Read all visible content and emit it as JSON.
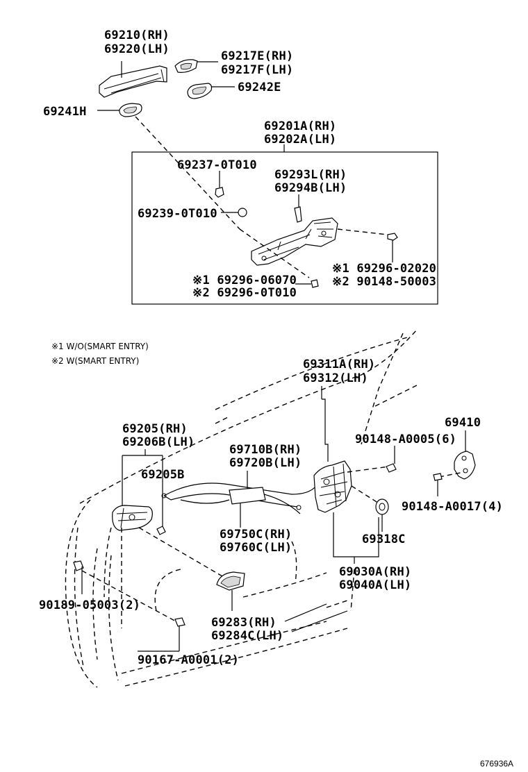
{
  "labels": {
    "p69210": "69210(RH)",
    "p69220": "69220(LH)",
    "p69217e": "69217E(RH)",
    "p69217f": "69217F(LH)",
    "p69242e": "69242E",
    "p69241h": "69241H",
    "p69201a": "69201A(RH)",
    "p69202a": "69202A(LH)",
    "p69237": "69237-0T010",
    "p69293l": "69293L(RH)",
    "p69294b": "69294B(LH)",
    "p69239": "69239-0T010",
    "p69296_02020": "※1 69296-02020",
    "p90148_50003": "※2 90148-50003",
    "p69296_06070": "※1 69296-06070",
    "p69296_0t010": "※2 69296-0T010",
    "p69311a": "69311A(RH)",
    "p69312": "69312(LH)",
    "p69205": "69205(RH)",
    "p69206b": "69206B(LH)",
    "p69205b": "69205B",
    "p69710b": "69710B(RH)",
    "p69720b": "69720B(LH)",
    "p90148_a0005": "90148-A0005(6)",
    "p69410": "69410",
    "p90148_a0017": "90148-A0017(4)",
    "p69318c": "69318C",
    "p69750c": "69750C(RH)",
    "p69760c": "69760C(LH)",
    "p69030a": "69030A(RH)",
    "p69040a": "69040A(LH)",
    "p90189": "90189-05003(2)",
    "p69283": "69283(RH)",
    "p69284c": "69284C(LH)",
    "p90167": "90167-A0001(2)"
  },
  "notes": {
    "note1": "※1 W/O(SMART ENTRY)",
    "note2": "※2 W(SMART ENTRY)"
  },
  "diagram_code": "676936A"
}
